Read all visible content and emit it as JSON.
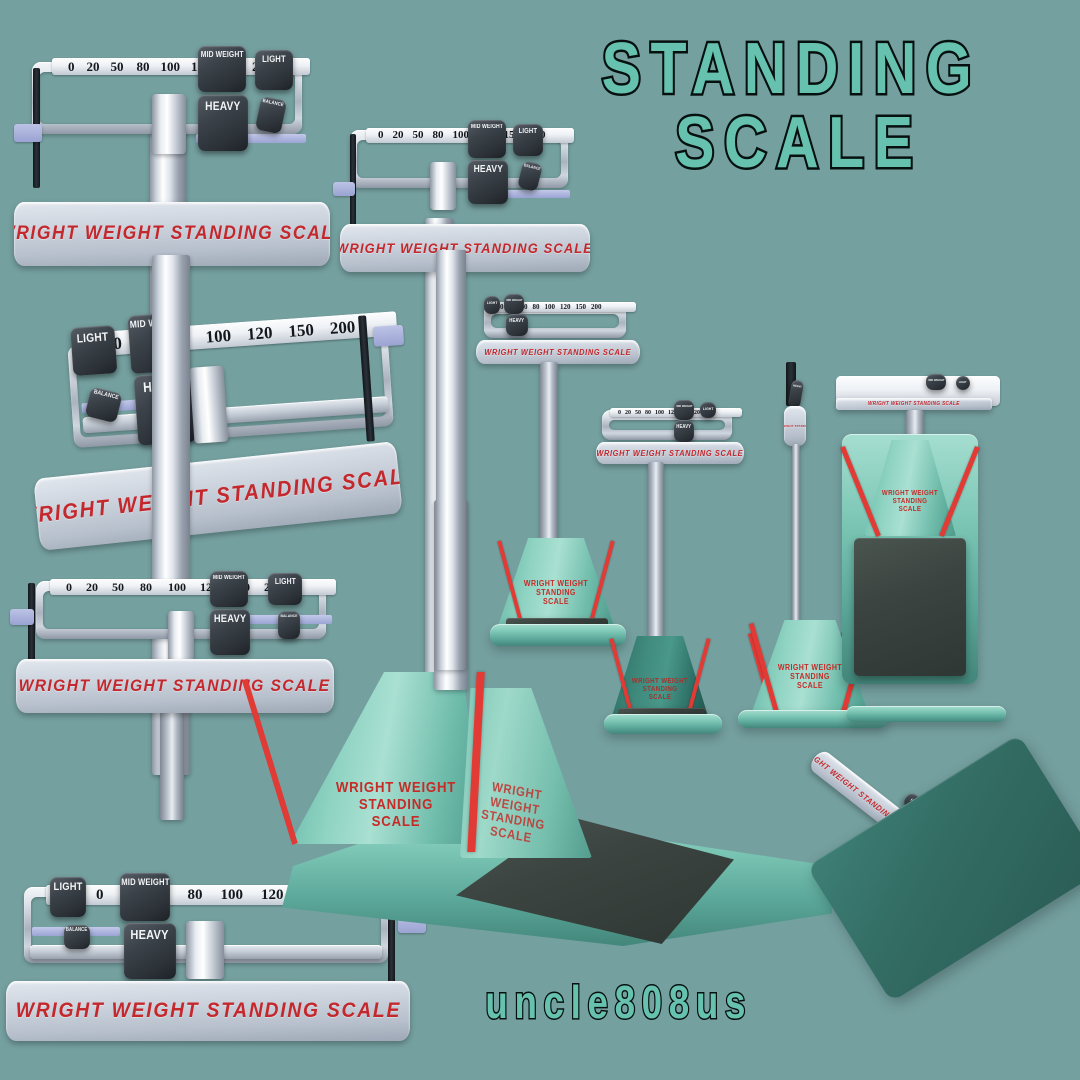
{
  "meta": {
    "background_color": "#75a0a0",
    "accent_teal": "#66c1ae",
    "brand_red": "#c4272c",
    "stripe_red": "#e23b36",
    "chrome_light": "#e8ecf1",
    "poise_dark": "#3a3f45"
  },
  "title": {
    "line1": "STANDING",
    "line2": "SCALE"
  },
  "watermark": {
    "text": "uncle808us"
  },
  "brand": {
    "banner_text": "WRIGHT WEIGHT STANDING SCALE",
    "housing_text": "WRIGHT WEIGHT\nSTANDING\nSCALE"
  },
  "beam": {
    "ticks": [
      "0",
      "20",
      "50",
      "80",
      "100",
      "120",
      "150",
      "200"
    ],
    "ticks_upper": [
      "0",
      "20",
      "50",
      "80",
      "100",
      "120",
      "150",
      "200"
    ],
    "ticks_partial": [
      "0",
      "100",
      "120",
      "150",
      "200"
    ]
  },
  "poises": {
    "light": "LIGHT",
    "mid": "MID WEIGHT",
    "heavy": "HEAVY",
    "balance": "BALANCE"
  },
  "views": [
    {
      "id": "view-top-left",
      "name": "front-three-quarter-close-up"
    },
    {
      "id": "view-top-center",
      "name": "front-three-quarter-mid"
    },
    {
      "id": "view-mid-left",
      "name": "beam-detail-angled"
    },
    {
      "id": "view-lower-left",
      "name": "beam-front-level"
    },
    {
      "id": "view-bottom-left",
      "name": "beam-front-full"
    },
    {
      "id": "view-center-main",
      "name": "full-scale-hero"
    },
    {
      "id": "view-small-1",
      "name": "full-scale-small-left"
    },
    {
      "id": "view-small-2",
      "name": "full-scale-small-mid"
    },
    {
      "id": "view-small-3",
      "name": "full-scale-small-dark"
    },
    {
      "id": "view-side-profile",
      "name": "side-profile-tall"
    },
    {
      "id": "view-top-down",
      "name": "top-down-plan"
    },
    {
      "id": "view-tilted",
      "name": "tilted-panel-exploded"
    }
  ]
}
